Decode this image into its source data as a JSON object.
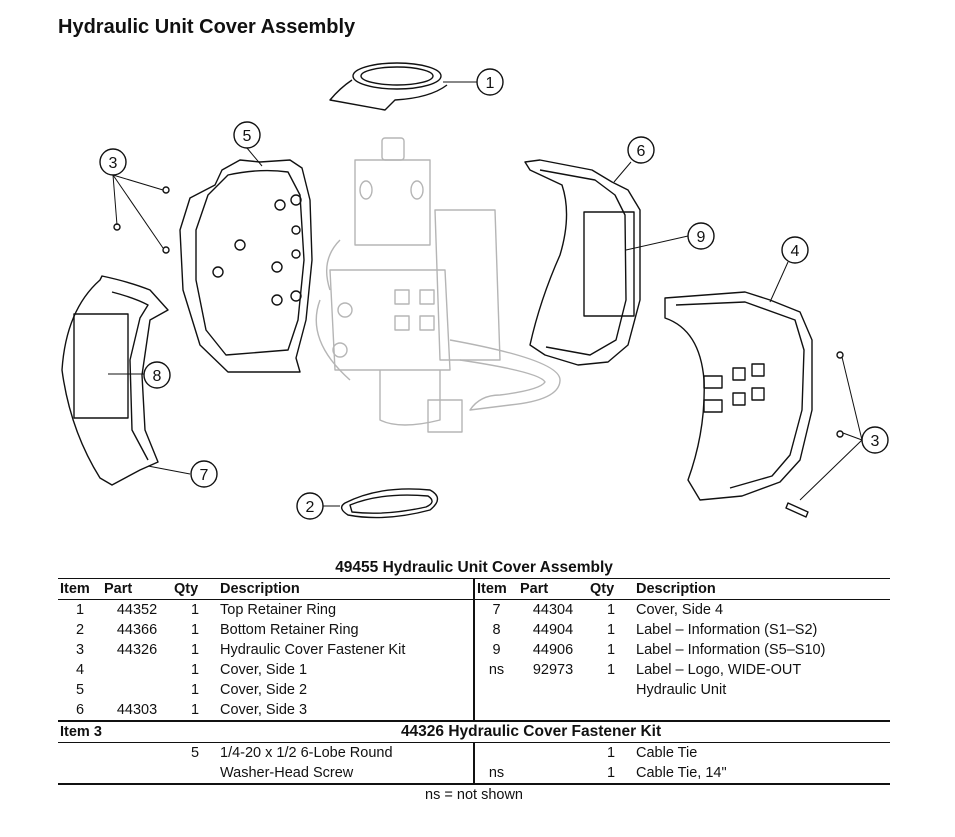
{
  "page": {
    "title": "Hydraulic Unit Cover Assembly"
  },
  "callouts": {
    "c1": "1",
    "c2": "2",
    "c3a": "3",
    "c3b": "3",
    "c4": "4",
    "c5": "5",
    "c6": "6",
    "c7": "7",
    "c8": "8",
    "c9": "9"
  },
  "table": {
    "title": "49455  Hydraulic Unit Cover Assembly",
    "columns": [
      "Item",
      "Part",
      "Qty",
      "Description",
      "Item",
      "Part",
      "Qty",
      "Description"
    ],
    "left_rows": [
      {
        "item": "1",
        "part": "44352",
        "qty": "1",
        "desc": "Top Retainer Ring"
      },
      {
        "item": "2",
        "part": "44366",
        "qty": "1",
        "desc": "Bottom Retainer Ring"
      },
      {
        "item": "3",
        "part": "44326",
        "qty": "1",
        "desc": "Hydraulic Cover Fastener Kit"
      },
      {
        "item": "4",
        "part": "",
        "qty": "1",
        "desc": "Cover, Side 1"
      },
      {
        "item": "5",
        "part": "",
        "qty": "1",
        "desc": "Cover, Side 2"
      },
      {
        "item": "6",
        "part": "44303",
        "qty": "1",
        "desc": "Cover, Side 3"
      }
    ],
    "right_rows": [
      {
        "item": "7",
        "part": "44304",
        "qty": "1",
        "desc": "Cover, Side 4"
      },
      {
        "item": "8",
        "part": "44904",
        "qty": "1",
        "desc": "Label – Information (S1–S2)"
      },
      {
        "item": "9",
        "part": "44906",
        "qty": "1",
        "desc": "Label – Information (S5–S10)"
      },
      {
        "item": "ns",
        "part": "92973",
        "qty": "1",
        "desc": "Label – Logo, WIDE-OUT",
        "desc2": "Hydraulic Unit"
      }
    ],
    "kit": {
      "item_label": "Item 3",
      "title": "44326  Hydraulic Cover Fastener Kit",
      "left": {
        "qty": "5",
        "desc": "1/4-20 x 1/2 6-Lobe Round",
        "desc2": "Washer-Head Screw"
      },
      "right": [
        {
          "item": "",
          "qty": "1",
          "desc": "Cable Tie"
        },
        {
          "item": "ns",
          "qty": "1",
          "desc": "Cable Tie, 14\""
        }
      ]
    },
    "footnote": "ns = not shown"
  }
}
